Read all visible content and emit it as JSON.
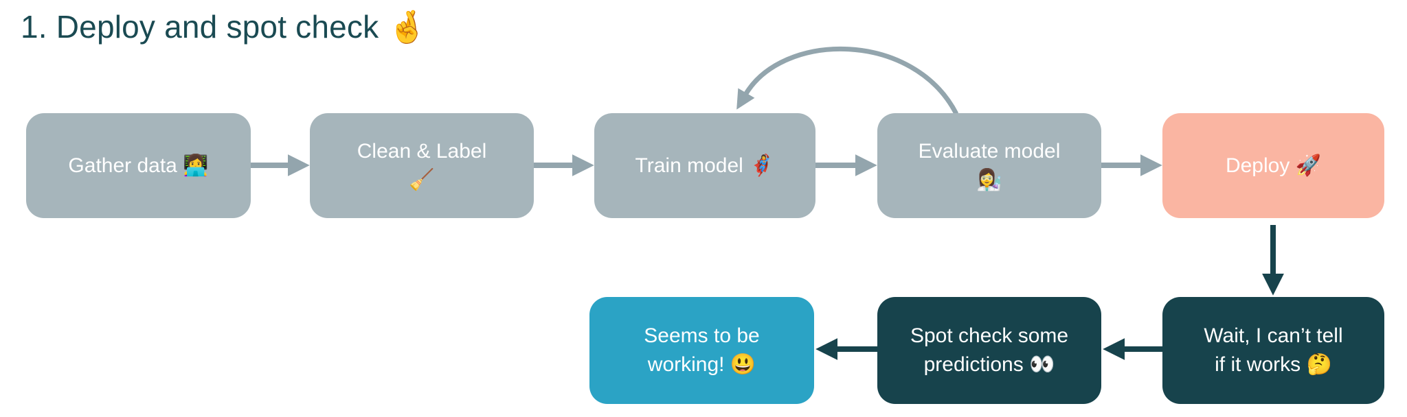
{
  "title": {
    "text": "1. Deploy and spot check 🤞"
  },
  "colors": {
    "title_text": "#1A4A52",
    "node_gray": "#A6B5BB",
    "node_salmon": "#FAB5A2",
    "node_dark_teal": "#17434C",
    "node_cyan": "#2BA3C5",
    "arrow_gray": "#93A5AD",
    "arrow_dark": "#17434C",
    "node_text": "#FFFFFF",
    "background": "#FFFFFF"
  },
  "nodes": {
    "gather": {
      "line1": "Gather data 👩‍💻"
    },
    "clean": {
      "line1": "Clean & Label",
      "line2": "🧹"
    },
    "train": {
      "line1": "Train model 🦸‍♀️"
    },
    "evaluate": {
      "line1": "Evaluate model",
      "line2": "👩‍🔬"
    },
    "deploy": {
      "line1": "Deploy 🚀"
    },
    "seems": {
      "line1": "Seems to be",
      "line2": "working! 😃"
    },
    "spot": {
      "line1": "Spot check some",
      "line2": "predictions 👀"
    },
    "wait": {
      "line1": "Wait, I can’t tell",
      "line2": "if it works 🤔"
    }
  },
  "graph": {
    "edges": [
      {
        "from": "gather",
        "to": "clean",
        "style": "straight-right"
      },
      {
        "from": "clean",
        "to": "train",
        "style": "straight-right"
      },
      {
        "from": "train",
        "to": "evaluate",
        "style": "straight-right"
      },
      {
        "from": "evaluate",
        "to": "deploy",
        "style": "straight-right"
      },
      {
        "from": "evaluate",
        "to": "train",
        "style": "curved-feedback"
      },
      {
        "from": "deploy",
        "to": "wait",
        "style": "straight-down"
      },
      {
        "from": "wait",
        "to": "spot",
        "style": "straight-left"
      },
      {
        "from": "spot",
        "to": "seems",
        "style": "straight-left"
      }
    ]
  }
}
